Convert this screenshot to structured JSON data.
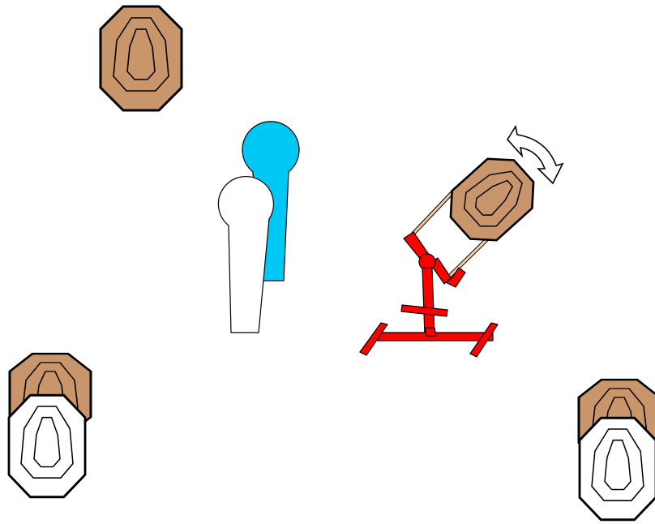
{
  "diagram": {
    "kind": "stage-layout",
    "colors": {
      "background": "#ffffff",
      "cardboard_target": "#c8966a",
      "white_target": "#ffffff",
      "no_shoot_blue": "#00c8f5",
      "no_shoot_white": "#ffffff",
      "swinger_mechanism": "#ff0000",
      "swinger_arm": "#f4c8a0",
      "outline": "#000000"
    },
    "elements": [
      {
        "id": "paper-target-top-left",
        "type": "cardboard-target",
        "icon": "target-icon"
      },
      {
        "id": "no-shoot-blue",
        "type": "no-shoot-target",
        "icon": "no-shoot-icon"
      },
      {
        "id": "no-shoot-white",
        "type": "no-shoot-target",
        "icon": "no-shoot-icon"
      },
      {
        "id": "swinger-target",
        "type": "moving-target",
        "icon": "swinger-icon",
        "motion": "rotate-arrow-icon"
      },
      {
        "id": "target-pair-bottom-left",
        "type": "cardboard-target-with-white-overlap",
        "icon": "target-icon"
      },
      {
        "id": "target-pair-bottom-right",
        "type": "cardboard-target-with-white-overlap",
        "icon": "target-icon"
      }
    ]
  }
}
